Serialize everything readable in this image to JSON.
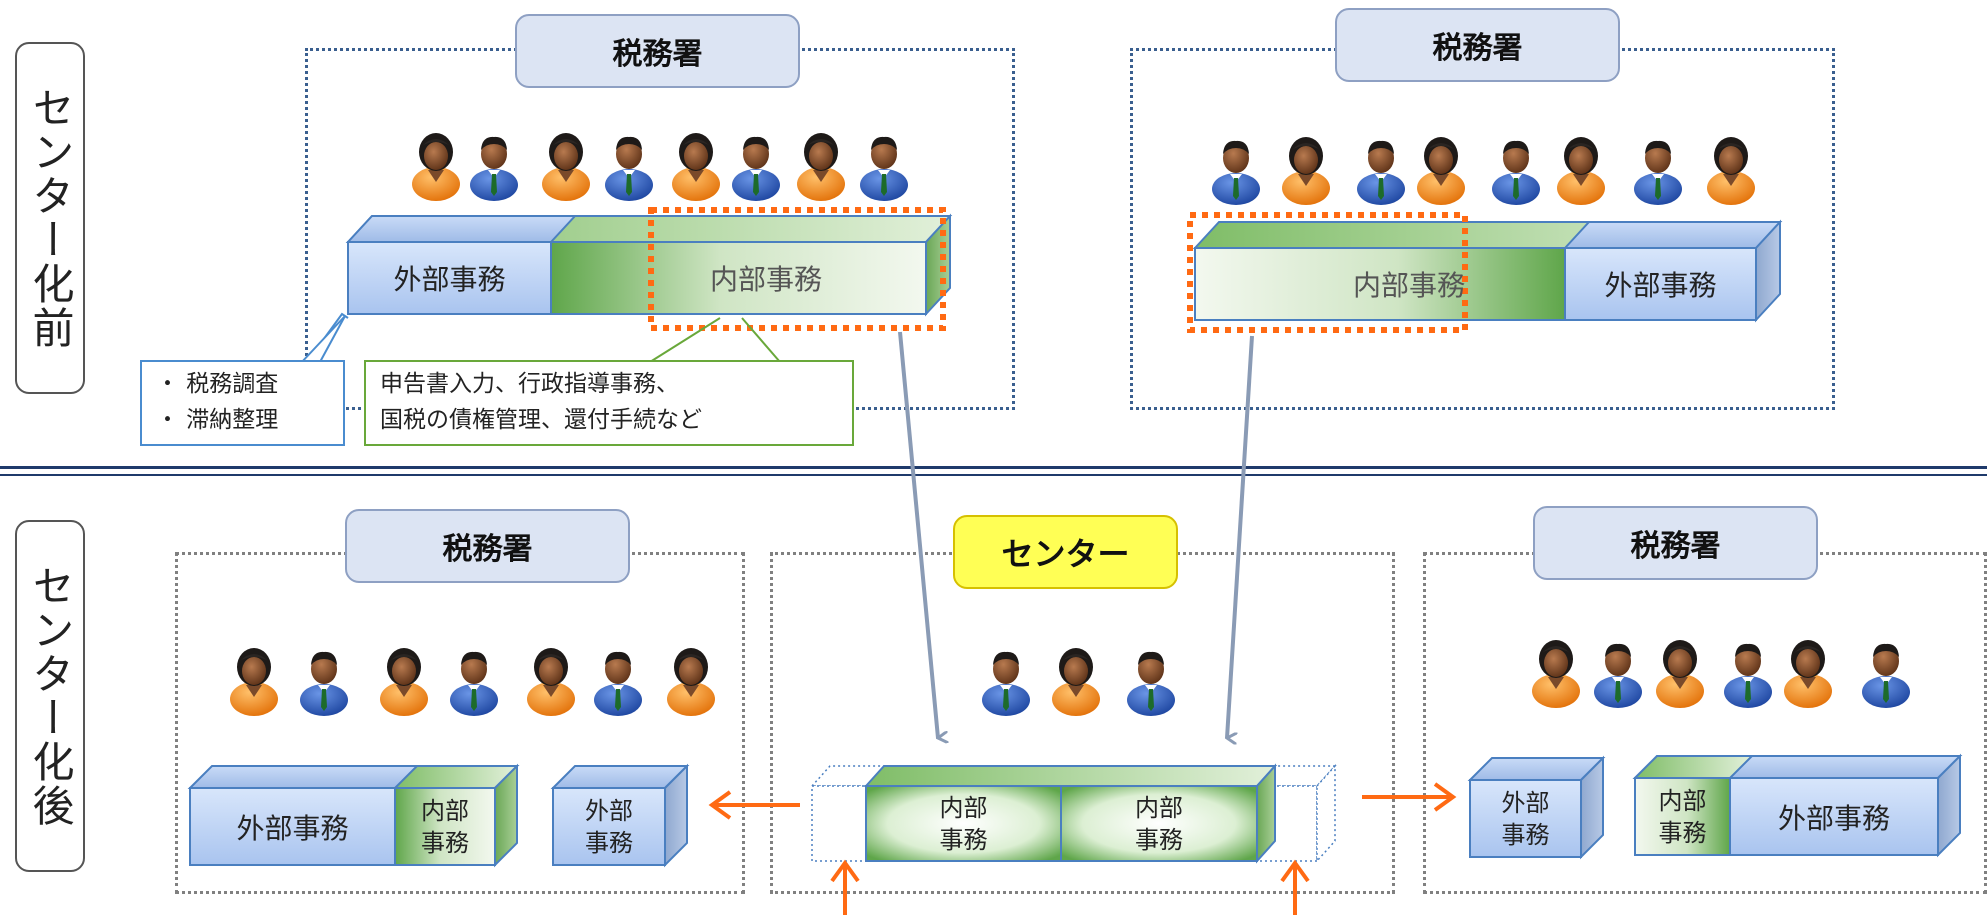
{
  "labels": {
    "before": "センター化前",
    "after": "センター化後"
  },
  "offices": {
    "tax_office": "税務署",
    "center": "センター"
  },
  "tasks": {
    "external": "外部事務",
    "internal": "内部事務",
    "internal_short_1": "内部",
    "internal_short_2": "事務",
    "external_short_1": "外部",
    "external_short_2": "事務"
  },
  "callouts": {
    "external_items": [
      "・ 税務調査",
      "・ 滞納整理"
    ],
    "internal_items": [
      "申告書入力、行政指導事務、",
      "国税の債権管理、還付手続など"
    ]
  },
  "colors": {
    "accent_orange": "#ff6a13",
    "arrow_gray": "#8a9bb5",
    "external_blue": "#bcd2f2",
    "internal_green": "#6fae57"
  },
  "icons": [
    "person-female-icon",
    "person-male-icon"
  ]
}
